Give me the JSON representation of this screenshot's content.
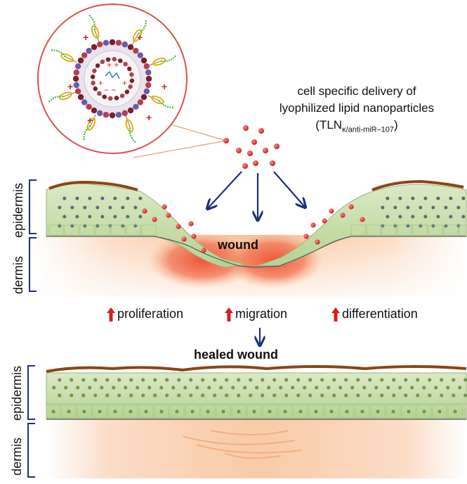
{
  "caption": {
    "line1": "cell specific delivery of",
    "line2": "lyophilized lipid nanoparticles",
    "formula_main": "(TLN",
    "formula_sub": "κ/anti-miR–107",
    "formula_end": ")"
  },
  "top_panel": {
    "epidermis_label": "epidermis",
    "dermis_label": "dermis",
    "wound_label": "wound"
  },
  "processes": [
    {
      "label": "proliferation"
    },
    {
      "label": "migration"
    },
    {
      "label": "differentiation"
    }
  ],
  "bottom_panel": {
    "result_label": "healed wound",
    "epidermis_label": "epidermis",
    "dermis_label": "dermis"
  },
  "colors": {
    "arrow_blue": "#1c2f7a",
    "up_arrow_red": "#d42020",
    "nanoparticle_red": "#d8262a",
    "epidermis_green": "#c9ddb0",
    "cell_dot_green": "#6f9a4e",
    "dermis_peach": "#f7c9a6",
    "stratum_brown": "#a0522d",
    "inflammation_red": "#ef5b3c",
    "zoom_circle": "#d9534f"
  }
}
